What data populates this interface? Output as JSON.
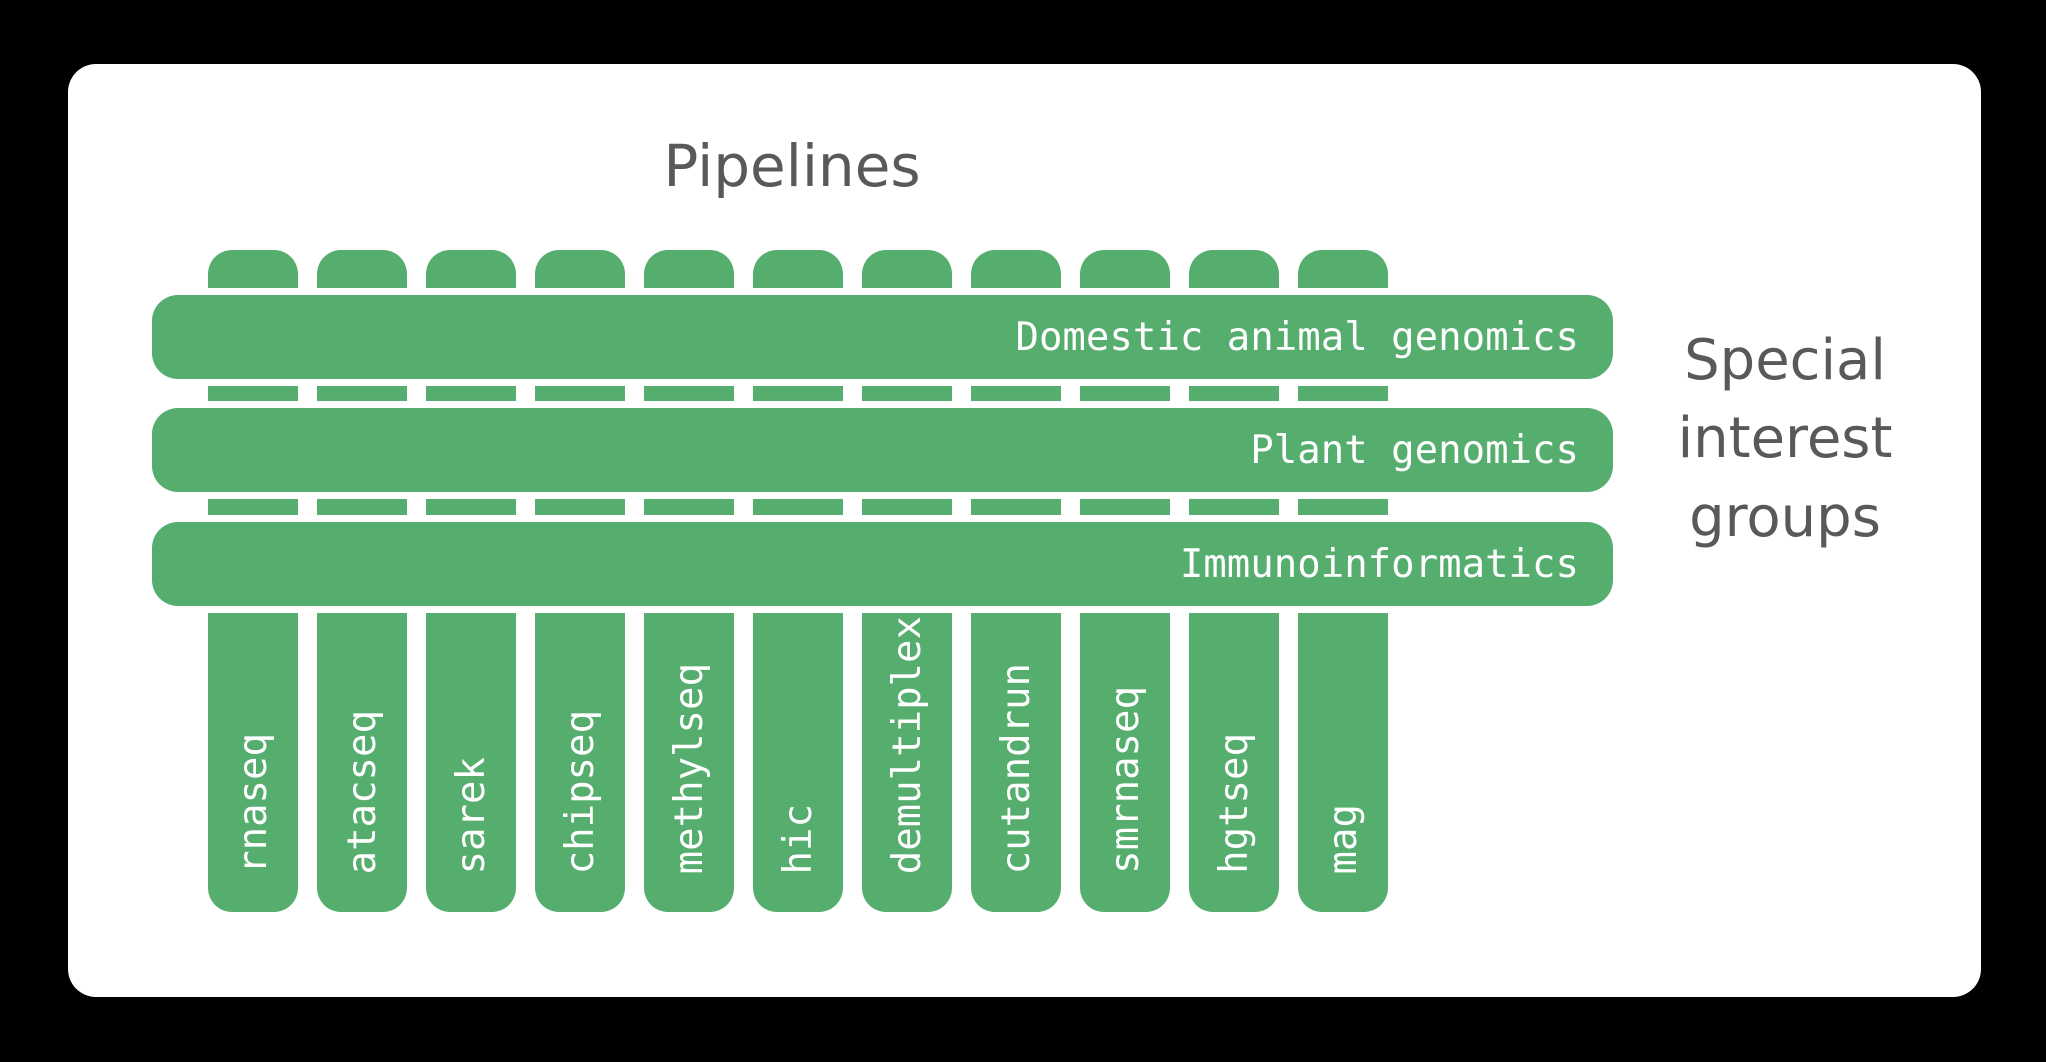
{
  "scene": {
    "background_color": "#000000",
    "card_color": "#ffffff",
    "bar_color": "#55ad6e",
    "title_color": "#58595b",
    "bar_label_color": "#ffffff"
  },
  "titles": {
    "pipelines": "Pipelines",
    "sig_lines": [
      "Special",
      "interest",
      "groups"
    ]
  },
  "pipelines": [
    "rnaseq",
    "atacseq",
    "sarek",
    "chipseq",
    "methylseq",
    "hic",
    "demultiplex",
    "cutandrun",
    "smrnaseq",
    "hgtseq",
    "mag"
  ],
  "special_interest_groups": [
    "Domestic animal genomics",
    "Plant genomics",
    "Immunoinformatics"
  ]
}
